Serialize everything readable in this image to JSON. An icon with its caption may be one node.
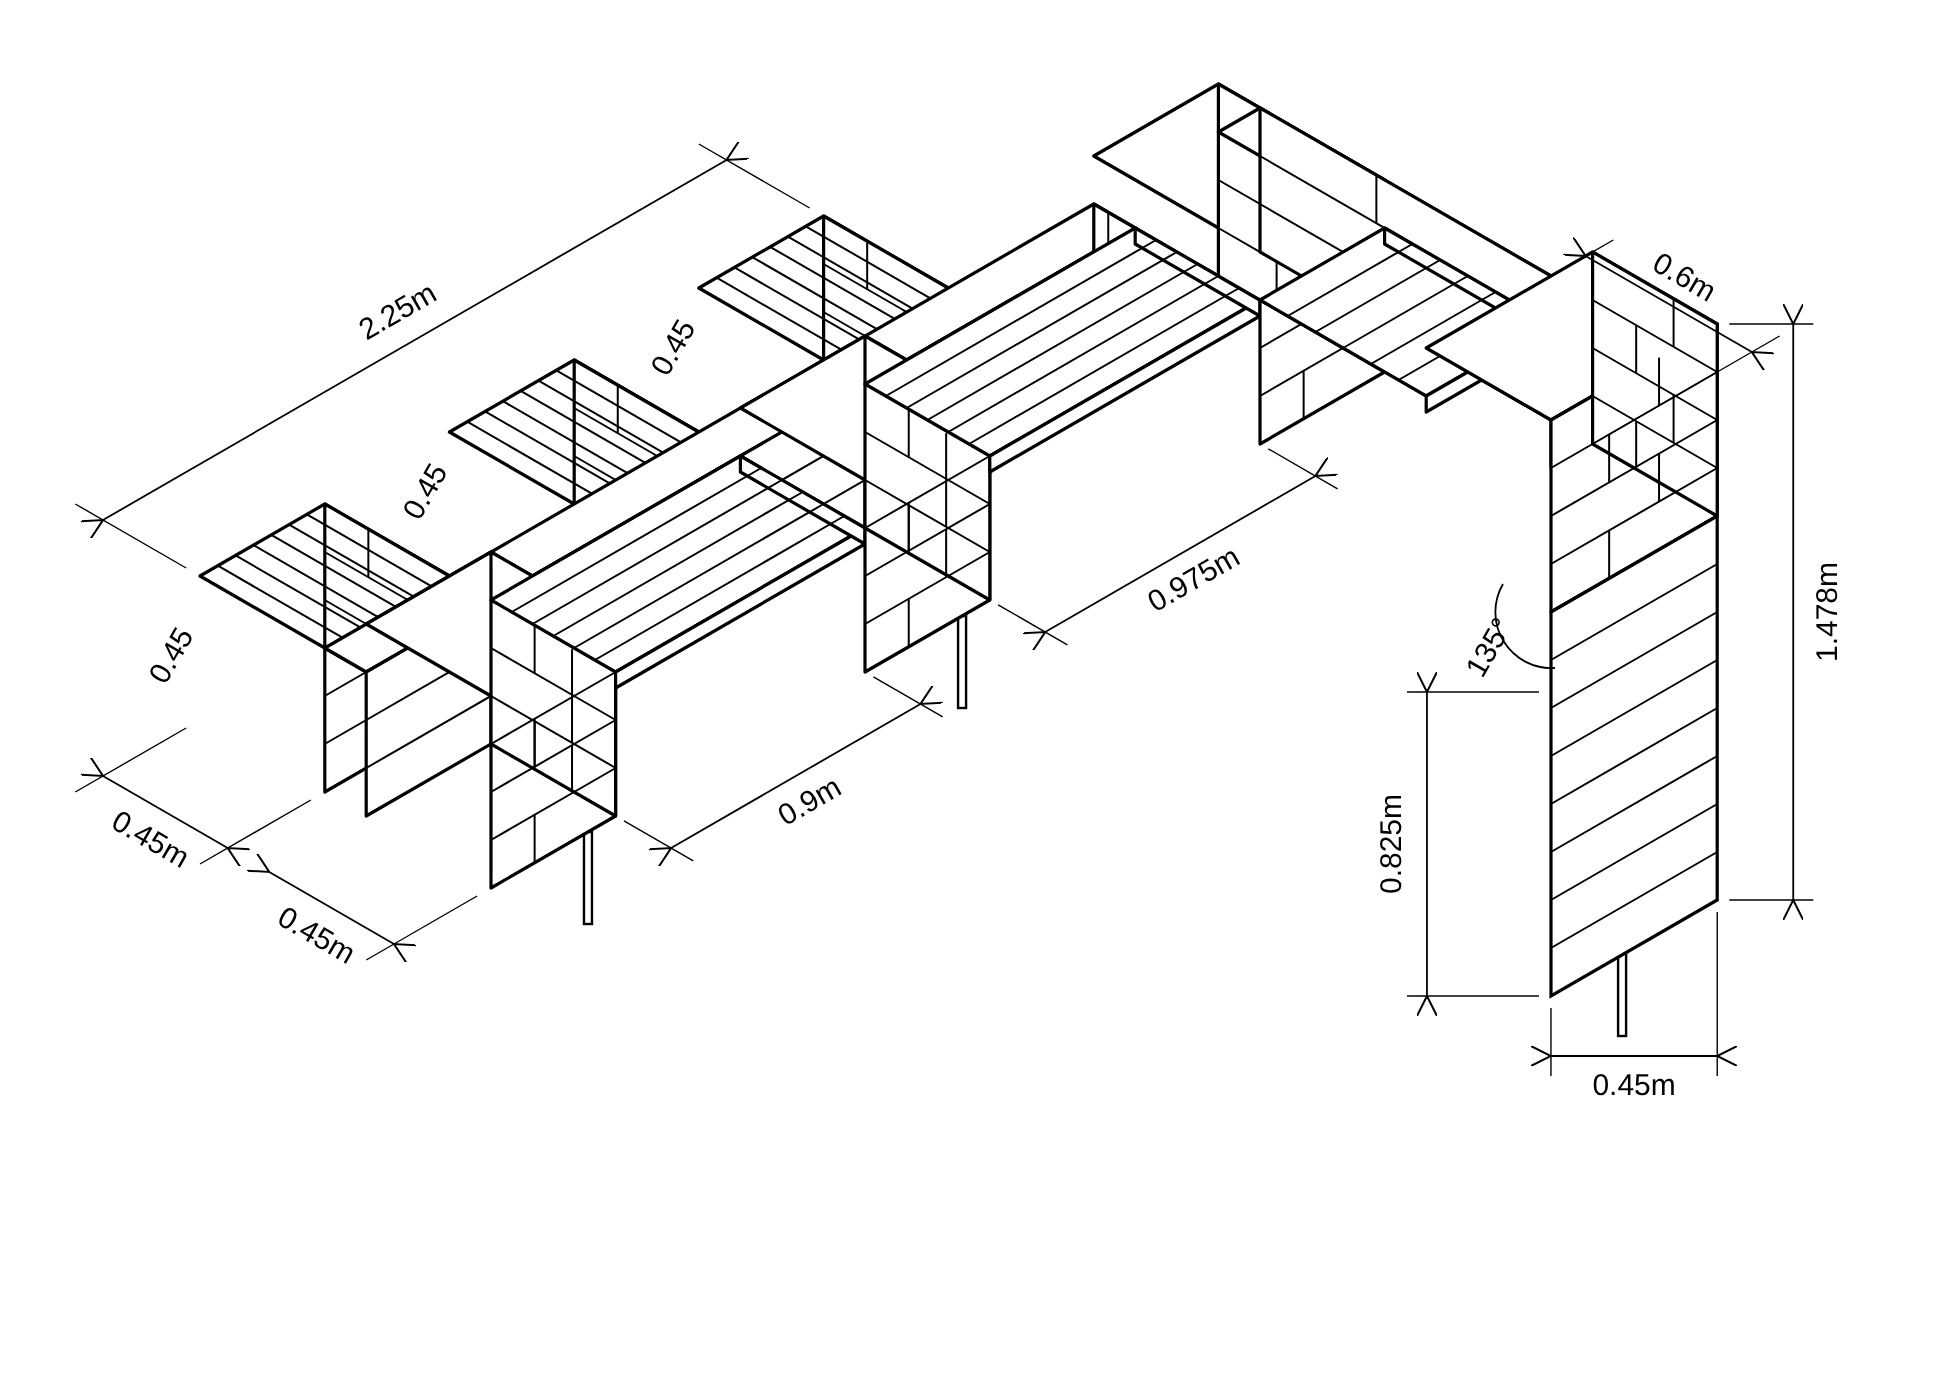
{
  "diagram": {
    "labels": [
      "2.25m",
      "0.45",
      "0.45",
      "0.45",
      "0.45m",
      "0.975m",
      "0.45m",
      "0.9m",
      "0.6m",
      "135°",
      "0.825m",
      "1.478m",
      "0.45m"
    ]
  }
}
